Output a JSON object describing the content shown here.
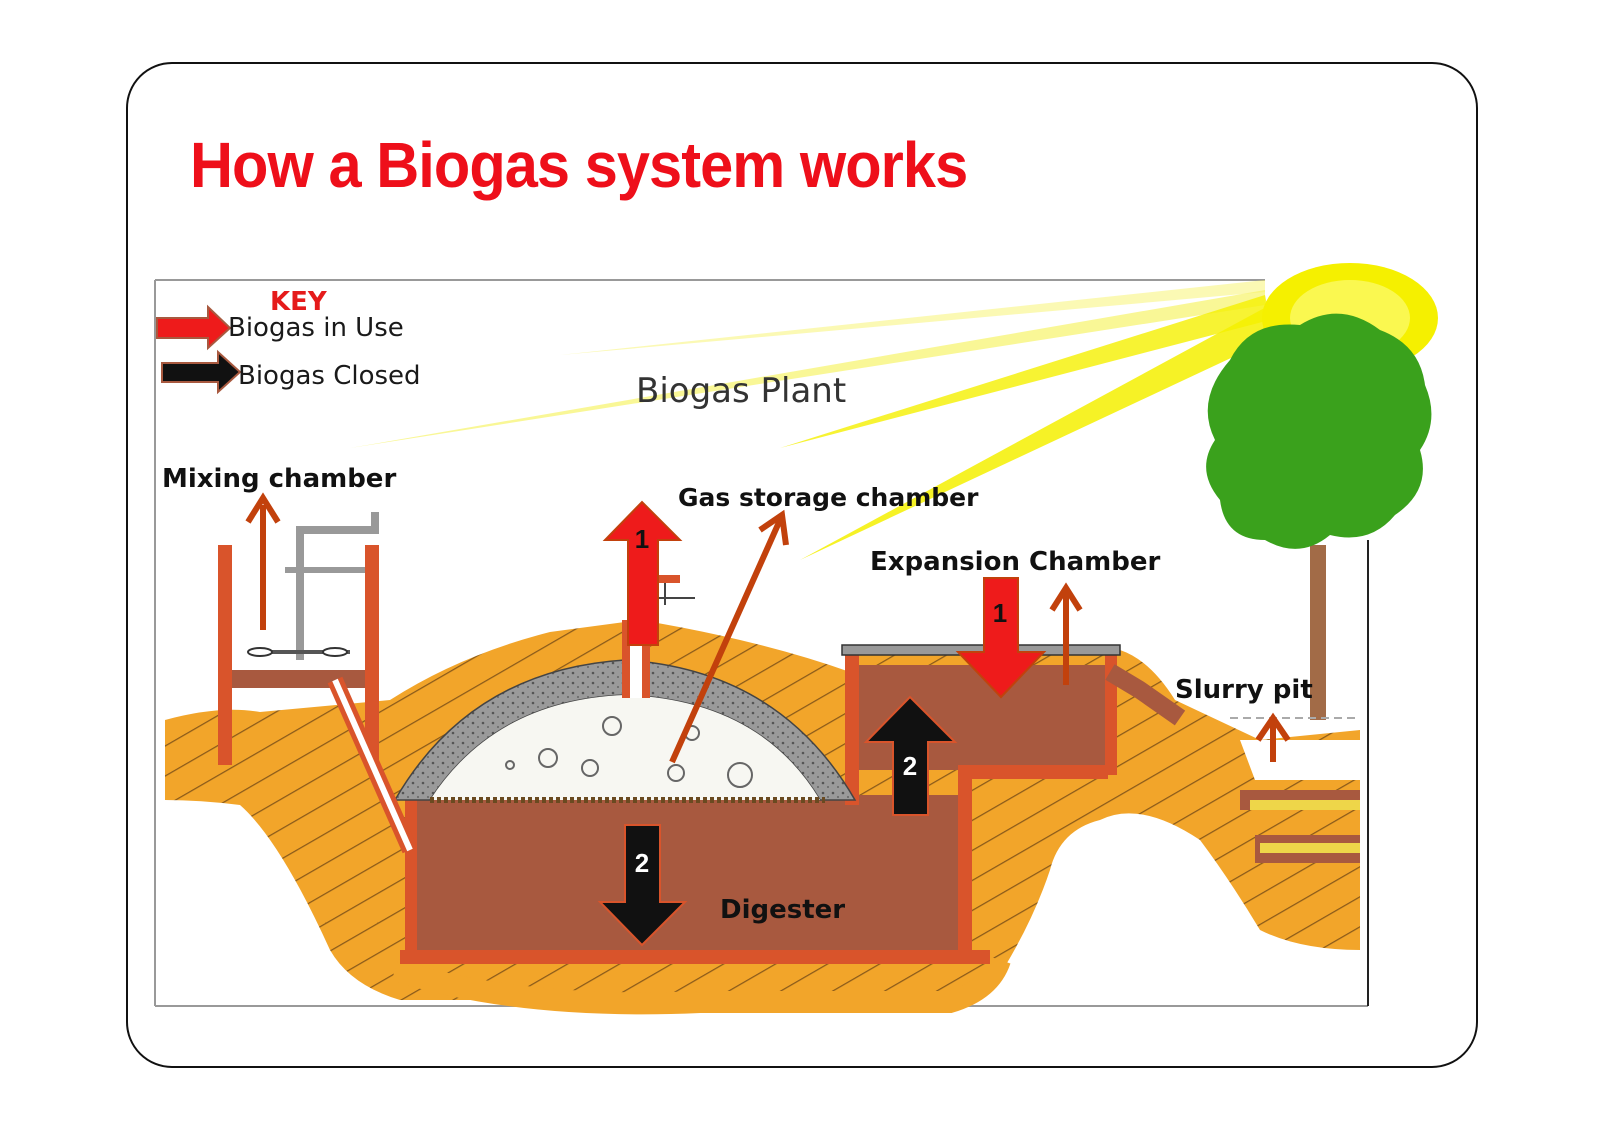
{
  "title": "How a Biogas system works",
  "diagram": {
    "heading": "Biogas Plant",
    "key": {
      "title": "KEY",
      "items": [
        {
          "label": "Biogas in Use",
          "color": "#ee1b1b"
        },
        {
          "label": "Biogas Closed",
          "color": "#111111"
        }
      ]
    },
    "labels": {
      "mixing": "Mixing chamber",
      "gas_storage": "Gas storage chamber",
      "expansion": "Expansion Chamber",
      "slurry": "Slurry pit",
      "digester": "Digester"
    },
    "markers": {
      "gas_up": "1",
      "expansion_down": "1",
      "expansion_up": "2",
      "digester_down": "2"
    },
    "colors": {
      "title_red": "#ee0f1a",
      "soil": "#f2a52a",
      "slurry": "#a8593f",
      "wall": "#d9542b",
      "sun": "#f5f000",
      "tree": "#3aa11c",
      "trunk": "#a26b47",
      "dome": "#9a9a9a",
      "flow_arrow": "#c2410c"
    }
  }
}
